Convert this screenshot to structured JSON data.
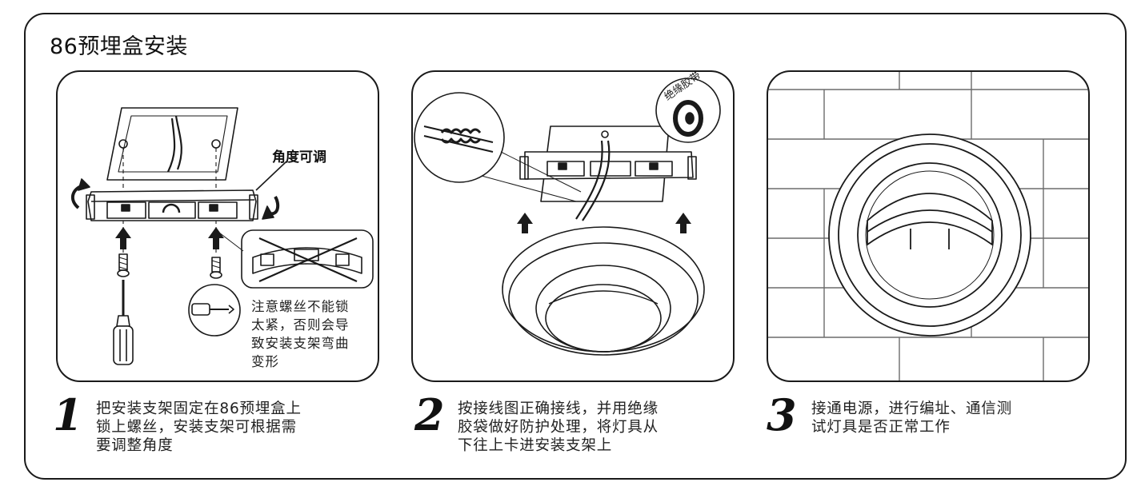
{
  "title": "86预埋盒安装",
  "panel1": {
    "angle_label": "角度可调",
    "warning_lines": [
      "注意螺丝不能锁",
      "太紧，否则会导",
      "致安装支架弯曲",
      "变形"
    ]
  },
  "panel2": {
    "tape_label": "绝缘胶带"
  },
  "steps": [
    {
      "number": "1",
      "lines": [
        "把安装支架固定在86预埋盒上",
        "锁上螺丝，安装支架可根据需",
        "要调整角度"
      ]
    },
    {
      "number": "2",
      "lines": [
        "按接线图正确接线，并用绝缘",
        "胶袋做好防护处理，将灯具从",
        "下往上卡进安装支架上"
      ]
    },
    {
      "number": "3",
      "lines": [
        "接通电源，进行编址、通信测",
        "试灯具是否正常工作"
      ]
    }
  ]
}
